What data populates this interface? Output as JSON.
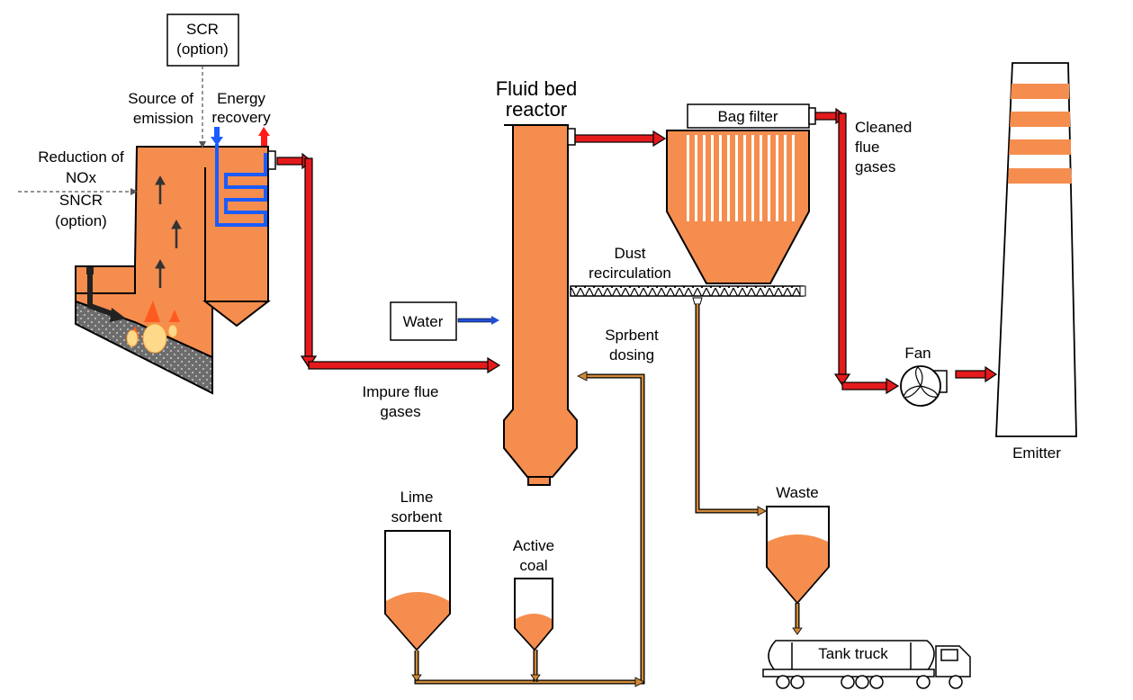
{
  "labels": {
    "scr_1": "SCR",
    "scr_2": "(option)",
    "source_1": "Source of",
    "source_2": "emission",
    "energy_1": "Energy",
    "energy_2": "recovery",
    "reduction_1": "Reduction of",
    "reduction_2": "NOx",
    "sncr_1": "SNCR",
    "sncr_2": "(option)",
    "reactor_1": "Fluid bed",
    "reactor_2": "reactor",
    "bag_filter": "Bag filter",
    "cleaned_1": "Cleaned",
    "cleaned_2": "flue",
    "cleaned_3": "gases",
    "dust_1": "Dust",
    "dust_2": "recirculation",
    "water": "Water",
    "sorbent_dosing_1": "Sprbent",
    "sorbent_dosing_2": "dosing",
    "impure_1": "Impure flue",
    "impure_2": "gases",
    "fan": "Fan",
    "emitter": "Emitter",
    "lime_1": "Lime",
    "lime_2": "sorbent",
    "active_1": "Active",
    "active_2": "coal",
    "waste": "Waste",
    "tank_truck": "Tank truck"
  },
  "colors": {
    "equipment_fill": "#f58d4e",
    "flue_gas_pipe": "#e41a1c",
    "solids_line": "#d08a38",
    "water_line": "#1f4fd8",
    "cold_arrow": "#1a5cff",
    "hot_arrow": "#ff1a1a",
    "flame": "#ff5a1f",
    "flame_core": "#ffd98a"
  }
}
